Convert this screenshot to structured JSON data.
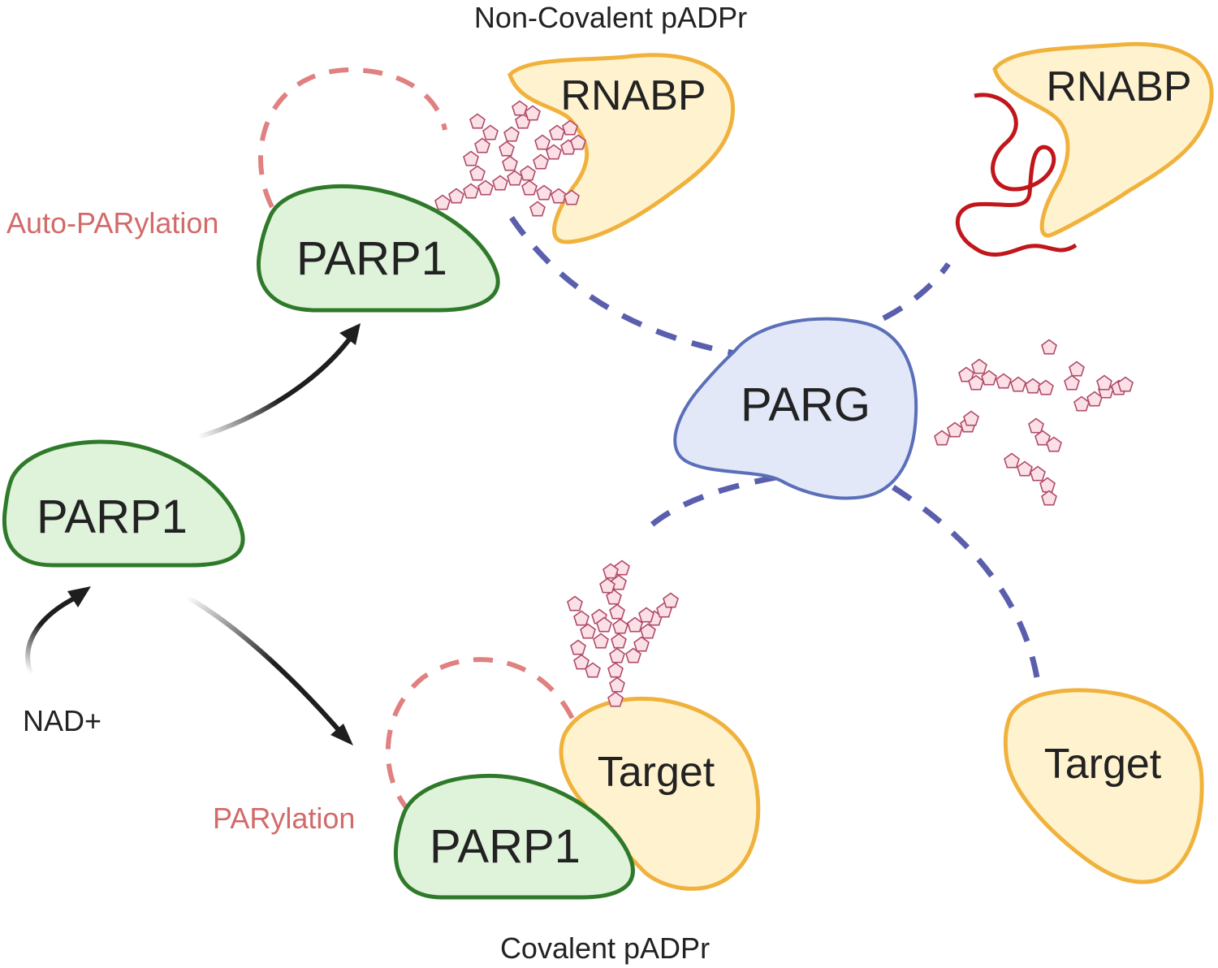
{
  "labels": {
    "non_covalent": "Non-Covalent pADPr",
    "covalent": "Covalent pADPr",
    "auto_parylation": "Auto-PARylation",
    "parylation": "PARylation",
    "nad": "NAD+"
  },
  "proteins": {
    "parp1": "PARP1",
    "parg": "PARG",
    "rnabp": "RNABP",
    "target": "Target"
  },
  "colors": {
    "parp_fill": "#dff2da",
    "parp_stroke": "#2f7a2a",
    "yellow_fill": "#fff3cf",
    "yellow_stroke": "#f0b23d",
    "parg_fill": "#e2e8f8",
    "parg_stroke": "#5a6fb8",
    "blue_dash": "#5a5fad",
    "red_dash": "#e08080",
    "rna": "#c0161c",
    "polymer_fill": "#fbe1e6",
    "polymer_stroke": "#b04a6a"
  }
}
